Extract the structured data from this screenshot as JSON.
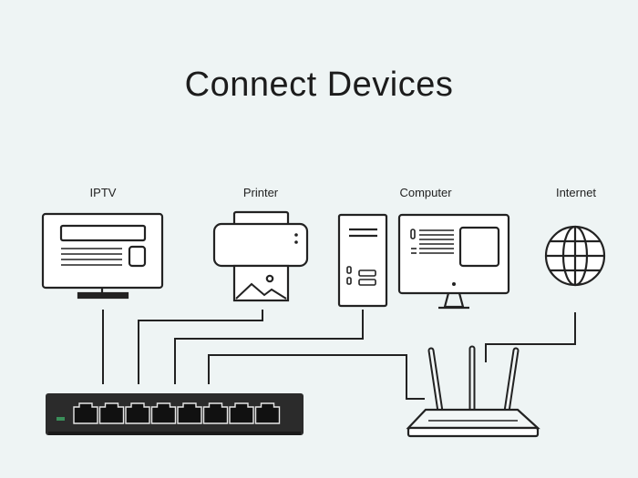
{
  "title": "Connect Devices",
  "devices": {
    "iptv": {
      "label": "IPTV",
      "icon": "tv-icon"
    },
    "printer": {
      "label": "Printer",
      "icon": "printer-icon"
    },
    "computer": {
      "label": "Computer",
      "icon": "computer-icon"
    },
    "internet": {
      "label": "Internet",
      "icon": "globe-icon"
    }
  },
  "hardware": {
    "switch": {
      "icon": "network-switch-icon",
      "port_count": 8
    },
    "router": {
      "icon": "wifi-router-icon",
      "antenna_count": 3
    }
  },
  "colors": {
    "background": "#eef4f4",
    "line": "#222222",
    "switch_body": "#2b2b2b",
    "switch_led": "#3a8f5a",
    "router_body": "#f2f6f6"
  }
}
